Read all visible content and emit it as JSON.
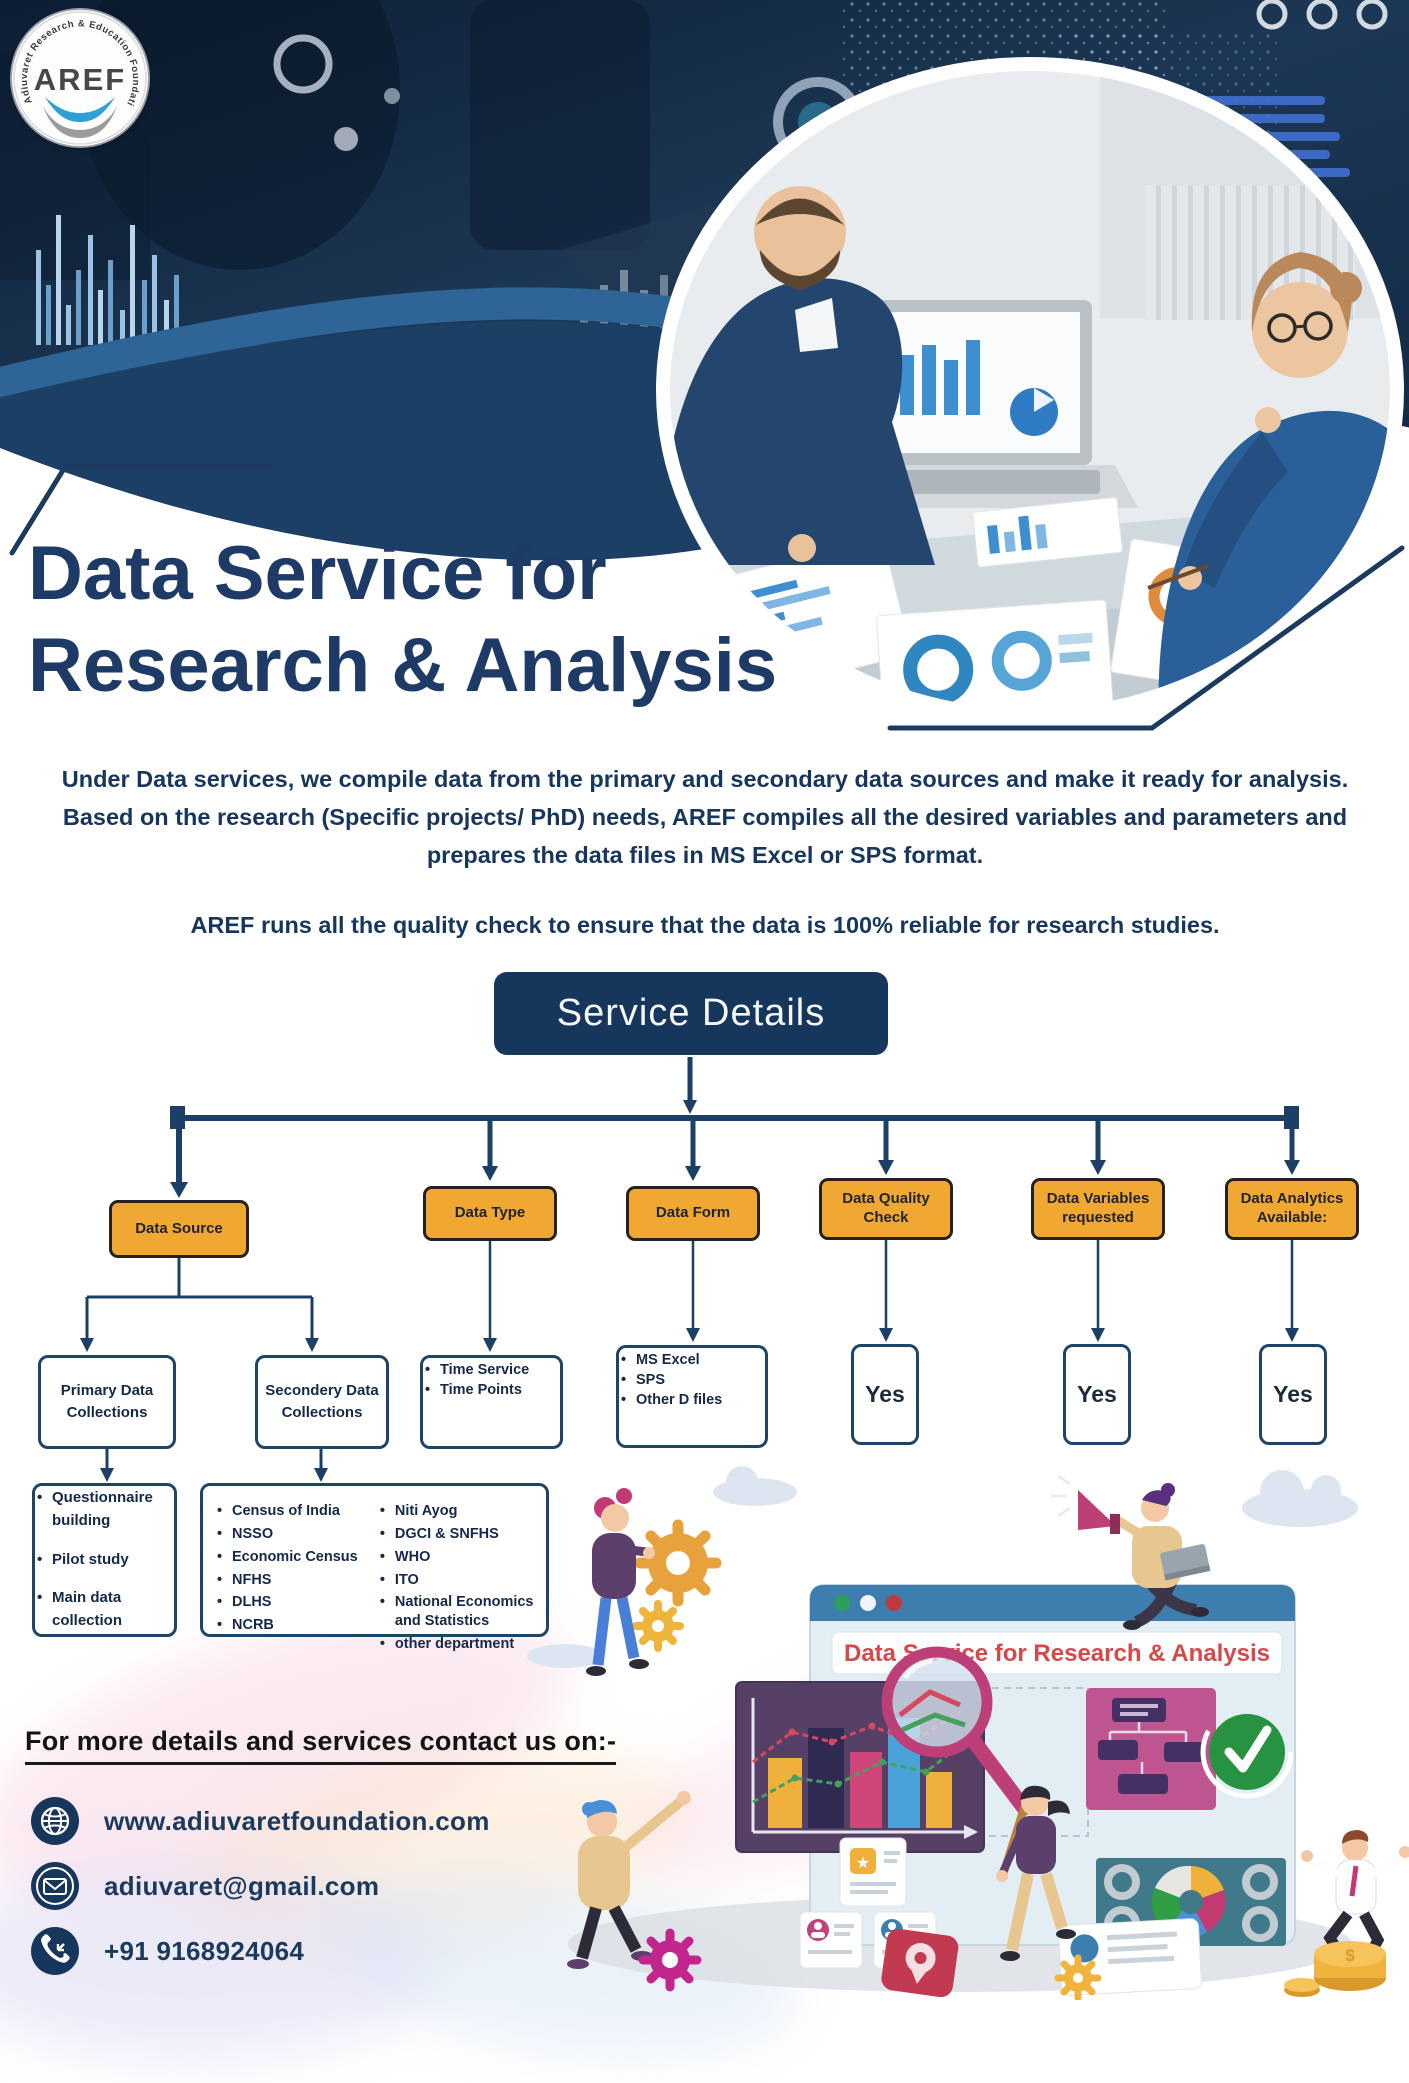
{
  "logo": {
    "ring_text": "Adiuvaret Research & Education Foundation",
    "acronym": "AREF"
  },
  "title": {
    "line1": "Data Service for",
    "line2": "Research & Analysis"
  },
  "intro": {
    "paragraph1": "Under Data services, we compile data from the primary and secondary data sources and make it ready for analysis. Based on the research (Specific projects/ PhD) needs, AREF compiles all the desired variables and parameters and prepares the data files in MS Excel or SPS format.",
    "paragraph2": "AREF runs all the quality check to ensure that the data is 100% reliable for research studies."
  },
  "service_details_heading": "Service Details",
  "flowchart": {
    "data_source": {
      "label": "Data Source"
    },
    "data_type": {
      "label": "Data Type",
      "items": [
        "Time Service",
        "Time Points"
      ]
    },
    "data_form": {
      "label": "Data Form",
      "items": [
        "MS Excel",
        "SPS",
        "Other D files"
      ]
    },
    "data_quality_check": {
      "label": "Data Quality Check",
      "answer": "Yes"
    },
    "data_variables": {
      "label": "Data Variables requested",
      "answer": "Yes"
    },
    "data_analytics": {
      "label": "Data Analytics Available:",
      "answer": "Yes"
    },
    "primary": {
      "label": "Primary Data Collections",
      "items": [
        "Questionnaire building",
        "Pilot study",
        "Main data collection"
      ]
    },
    "secondary": {
      "label": "Secondery Data Collections",
      "items_col1": [
        "Census of India",
        "NSSO",
        "Economic Census",
        "NFHS",
        "DLHS",
        "NCRB"
      ],
      "items_col2": [
        "Niti Ayog",
        "DGCI & SNFHS",
        "WHO",
        "ITO",
        "National Economics and Statistics",
        "other department"
      ]
    }
  },
  "contact": {
    "heading": "For more details and services contact us on:-",
    "website": "www.adiuvaretfoundation.com",
    "email": "adiuvaret@gmail.com",
    "phone": "+91  9168924064"
  },
  "illustration": {
    "browser_title": "Data Service for Research & Analysis"
  },
  "colors": {
    "navy": "#1b3a5e",
    "title_navy": "#1e3a66",
    "orange": "#f0a832",
    "wave_blue": "#2f6496",
    "check_green": "#27923f",
    "magenta": "#c13a76",
    "browser_title_red": "#d6494b"
  }
}
